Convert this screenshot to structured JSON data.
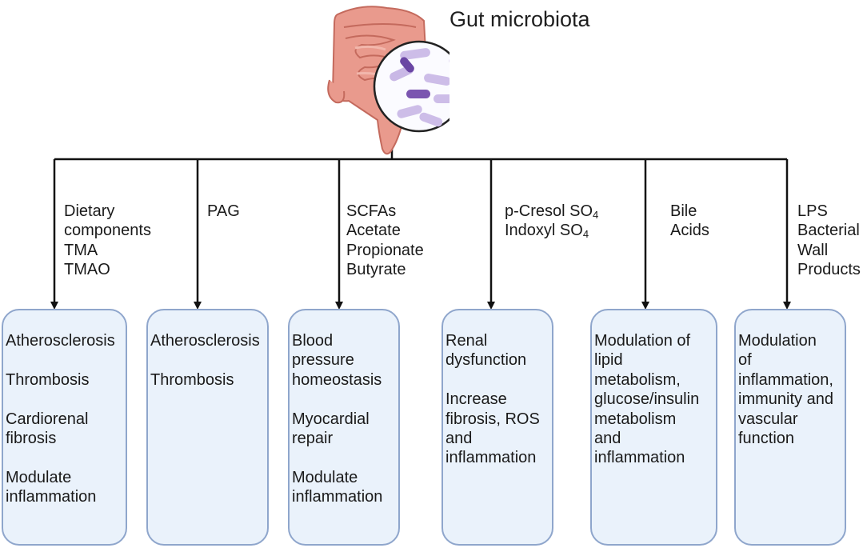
{
  "title": "Gut microbiota",
  "colors": {
    "box_fill": "#eaf2fb",
    "box_border": "#8fa6cc",
    "line": "#111111",
    "intestine": "#e89a8c",
    "bacteria": "#b8a6dd"
  },
  "icons": [
    "intestine-icon",
    "bacteria-magnifier-icon"
  ],
  "branches": [
    {
      "label_lines": [
        "Dietary",
        "components",
        "TMA",
        "TMAO"
      ],
      "outcomes": [
        [
          "Atherosclerosis"
        ],
        [
          "Thrombosis"
        ],
        [
          "Cardiorenal",
          "fibrosis"
        ],
        [
          "Modulate",
          "inflammation"
        ]
      ]
    },
    {
      "label_lines": [
        "PAG"
      ],
      "outcomes": [
        [
          "Atherosclerosis"
        ],
        [
          "Thrombosis"
        ]
      ]
    },
    {
      "label_lines": [
        "SCFAs",
        "Acetate",
        "Propionate",
        "Butyrate"
      ],
      "outcomes": [
        [
          "Blood",
          "pressure",
          "homeostasis"
        ],
        [
          "Myocardial",
          "repair"
        ],
        [
          "Modulate",
          "inflammation"
        ]
      ]
    },
    {
      "label_lines": [
        "p-Cresol SO",
        "Indoxyl SO"
      ],
      "label_subscript": "4",
      "outcomes": [
        [
          "Renal",
          "dysfunction"
        ],
        [
          "Increase",
          "fibrosis, ROS",
          "and",
          "inflammation"
        ]
      ]
    },
    {
      "label_lines": [
        "Bile",
        "Acids"
      ],
      "outcomes": [
        [
          "Modulation of",
          "lipid",
          "metabolism,",
          "glucose/insulin",
          "metabolism",
          "and",
          "inflammation"
        ]
      ]
    },
    {
      "label_lines": [
        "LPS",
        "Bacterial",
        "Wall",
        "Products"
      ],
      "outcomes": [
        [
          "Modulation",
          "of",
          "inflammation,",
          "immunity and",
          "vascular",
          "function"
        ]
      ]
    }
  ]
}
